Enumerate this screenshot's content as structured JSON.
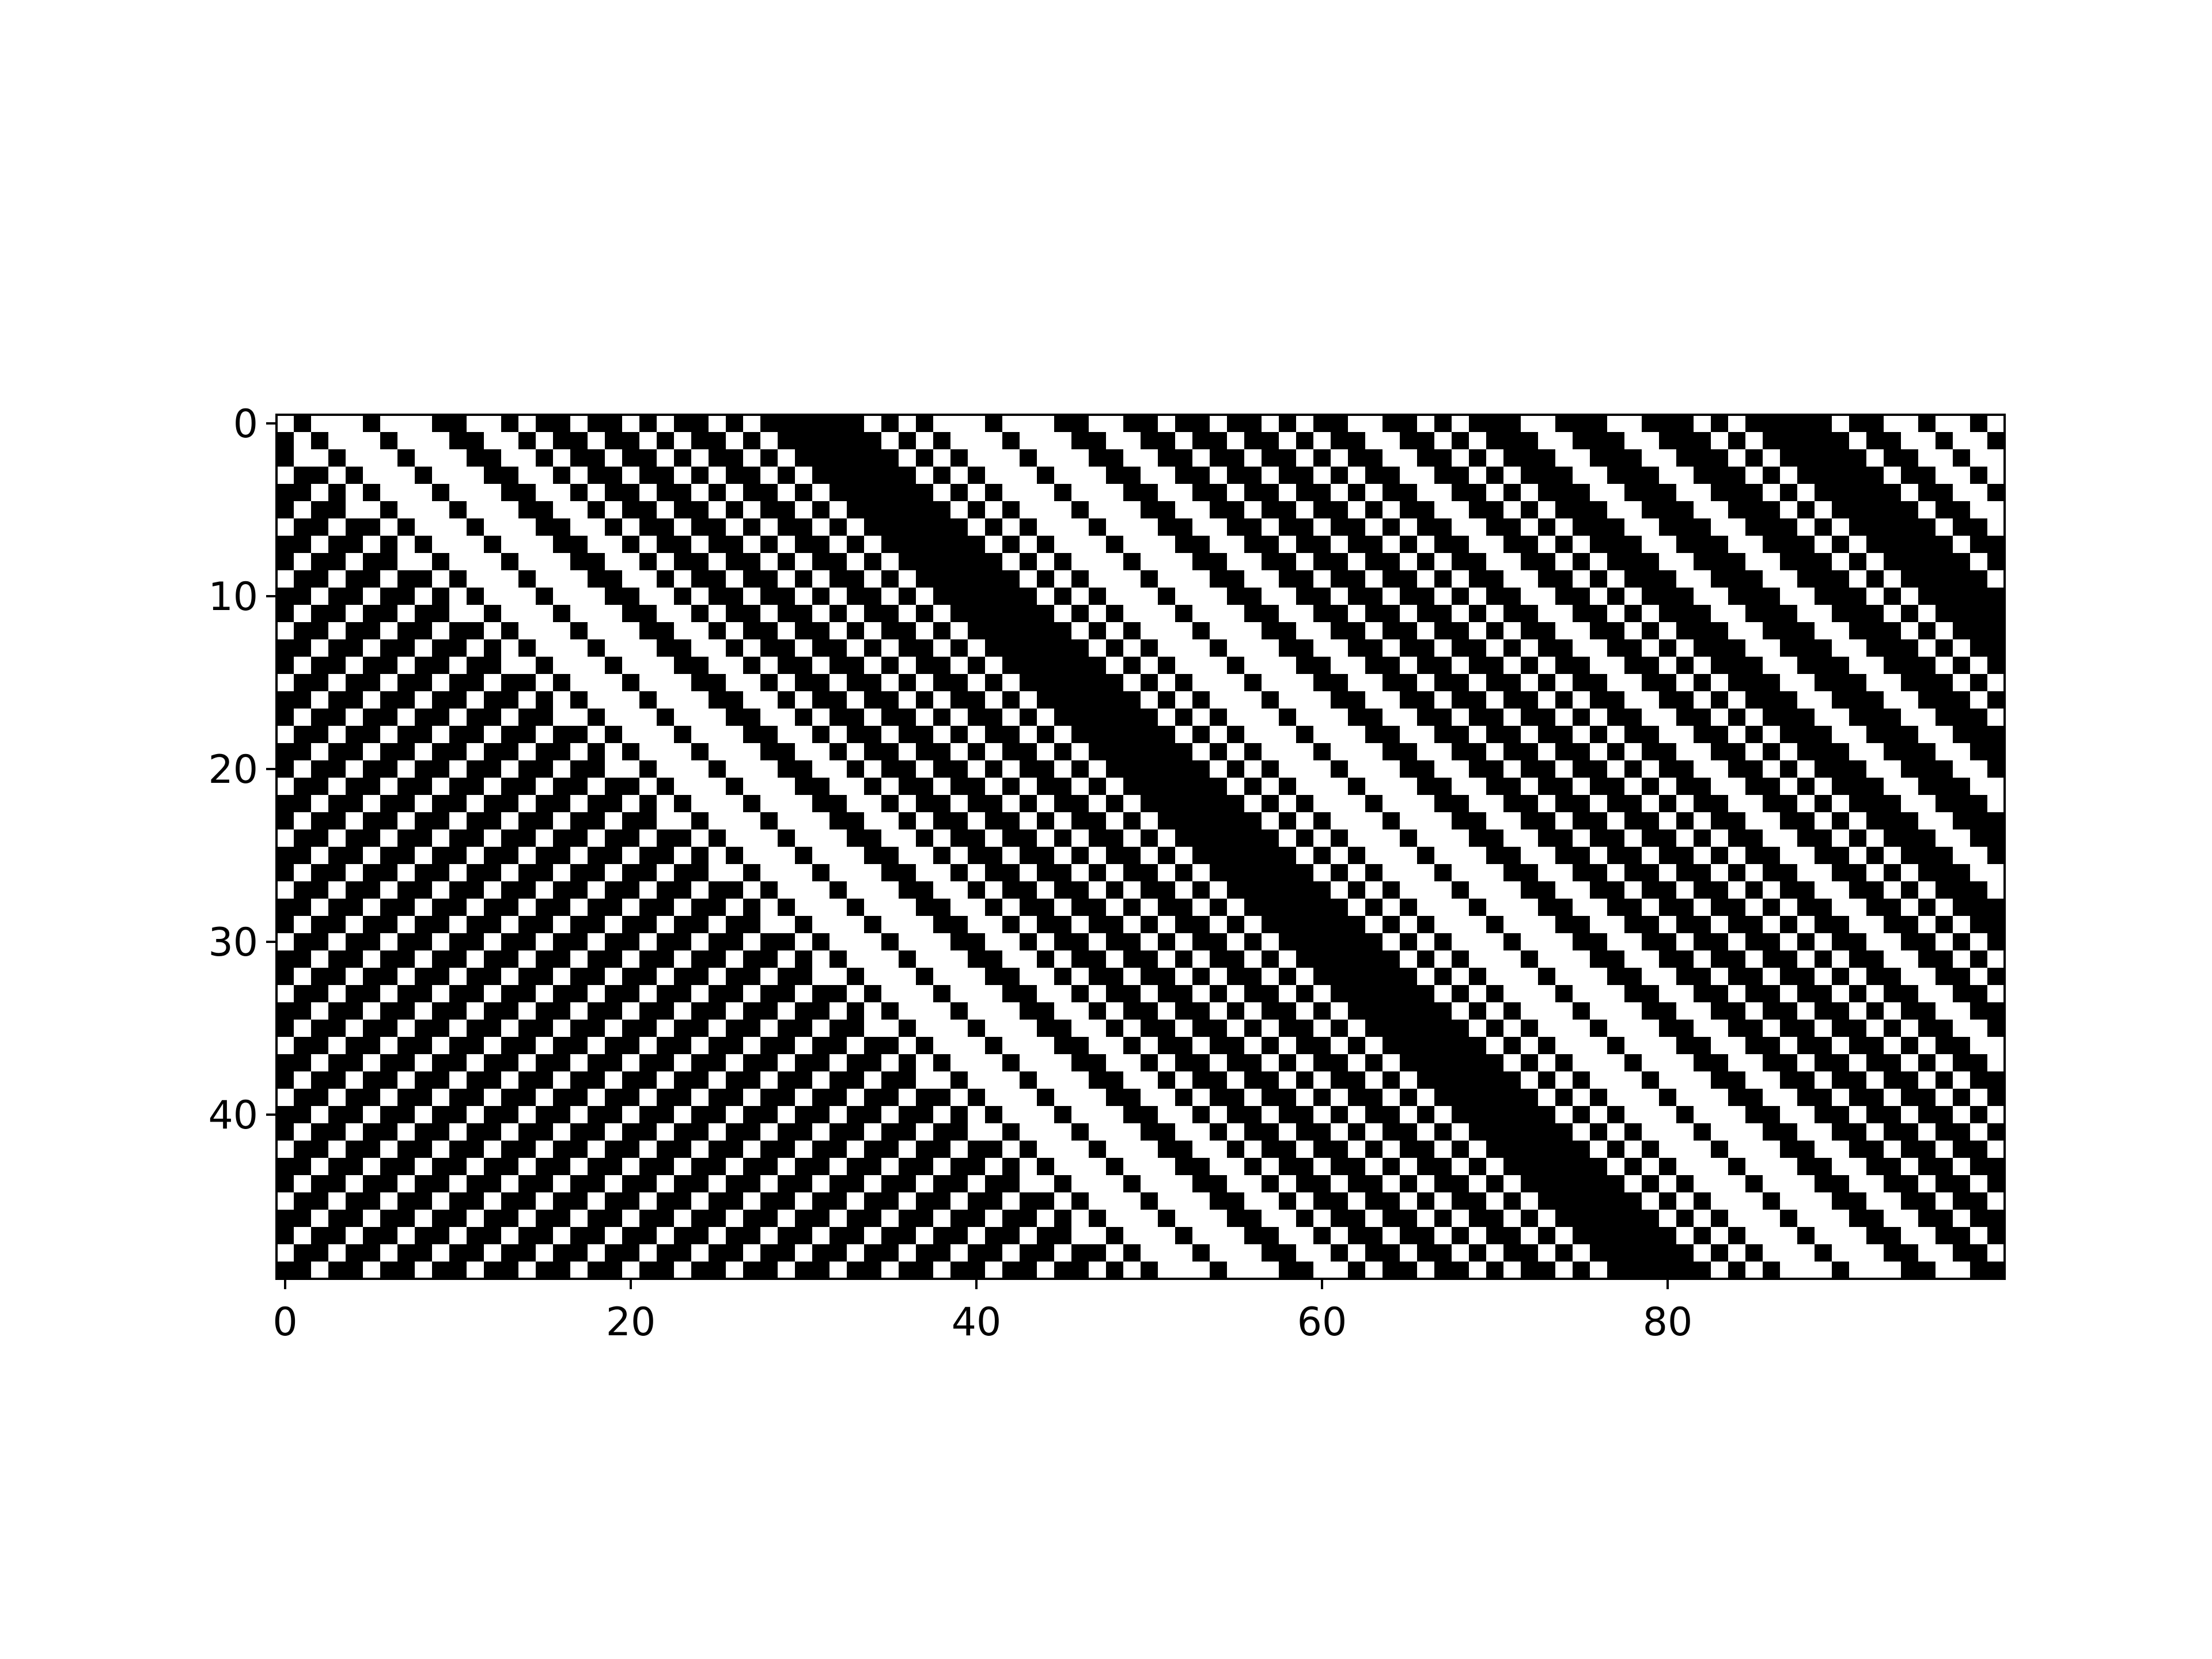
{
  "chart_data": {
    "type": "heatmap",
    "title": "",
    "xlabel": "",
    "ylabel": "",
    "rows": 50,
    "cols": 100,
    "xlim": [
      -0.5,
      99.5
    ],
    "ylim": [
      49.5,
      -0.5
    ],
    "y_axis_inverted": true,
    "grid": false,
    "colormap": [
      "#ffffff",
      "#000000"
    ],
    "x_ticks": [
      0,
      20,
      40,
      60,
      80
    ],
    "x_tick_labels": [
      "0",
      "20",
      "40",
      "60",
      "80"
    ],
    "y_ticks": [
      0,
      10,
      20,
      30,
      40
    ],
    "y_tick_labels": [
      "0",
      "10",
      "20",
      "30",
      "40"
    ],
    "description_of_values": "binary cell grid (0 = white, 1 = black); each row is the previous row shifted one cell to the right (diagonal stripe pattern), with the leftmost region refreshed",
    "row0": [
      0,
      1,
      0,
      0,
      0,
      1,
      0,
      0,
      0,
      1,
      1,
      0,
      0,
      1,
      0,
      1,
      1,
      0,
      1,
      1,
      0,
      1,
      0,
      1,
      1,
      0,
      1,
      0,
      1,
      1,
      1,
      1,
      1,
      1,
      0,
      1,
      0,
      1,
      0,
      0,
      0,
      1,
      0,
      0,
      0,
      1,
      1,
      0,
      0,
      1,
      1,
      0,
      1,
      1,
      0,
      1,
      1,
      0,
      1,
      0,
      1,
      1,
      0,
      0,
      1,
      1,
      0,
      1,
      0,
      1,
      1,
      1,
      0,
      0,
      1,
      1,
      1,
      0,
      0,
      1,
      1,
      1,
      0,
      1,
      0,
      1,
      1,
      1,
      1,
      1,
      0,
      1,
      1,
      0,
      0,
      1,
      0,
      0,
      1,
      0
    ]
  }
}
